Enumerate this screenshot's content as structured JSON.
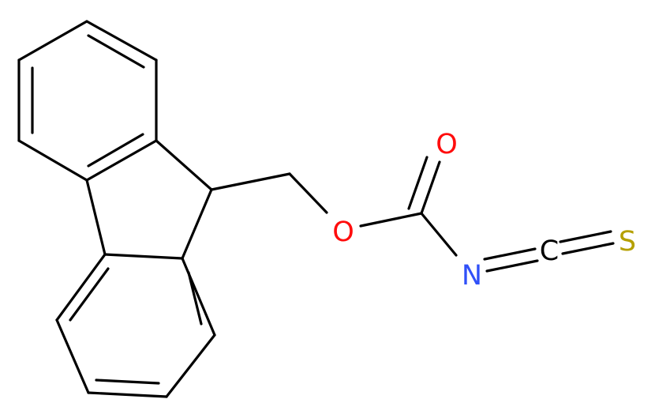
{
  "molecule": {
    "atoms": {
      "O_carbonyl": {
        "symbol": "O",
        "color": "#ff0d0d"
      },
      "O_ether": {
        "symbol": "O",
        "color": "#ff0d0d"
      },
      "N": {
        "symbol": "N",
        "color": "#3050f8"
      },
      "C_center": {
        "symbol": "C",
        "color": "#000000"
      },
      "S": {
        "symbol": "S",
        "color": "#b5a000"
      }
    },
    "bond_color": "#000000"
  }
}
